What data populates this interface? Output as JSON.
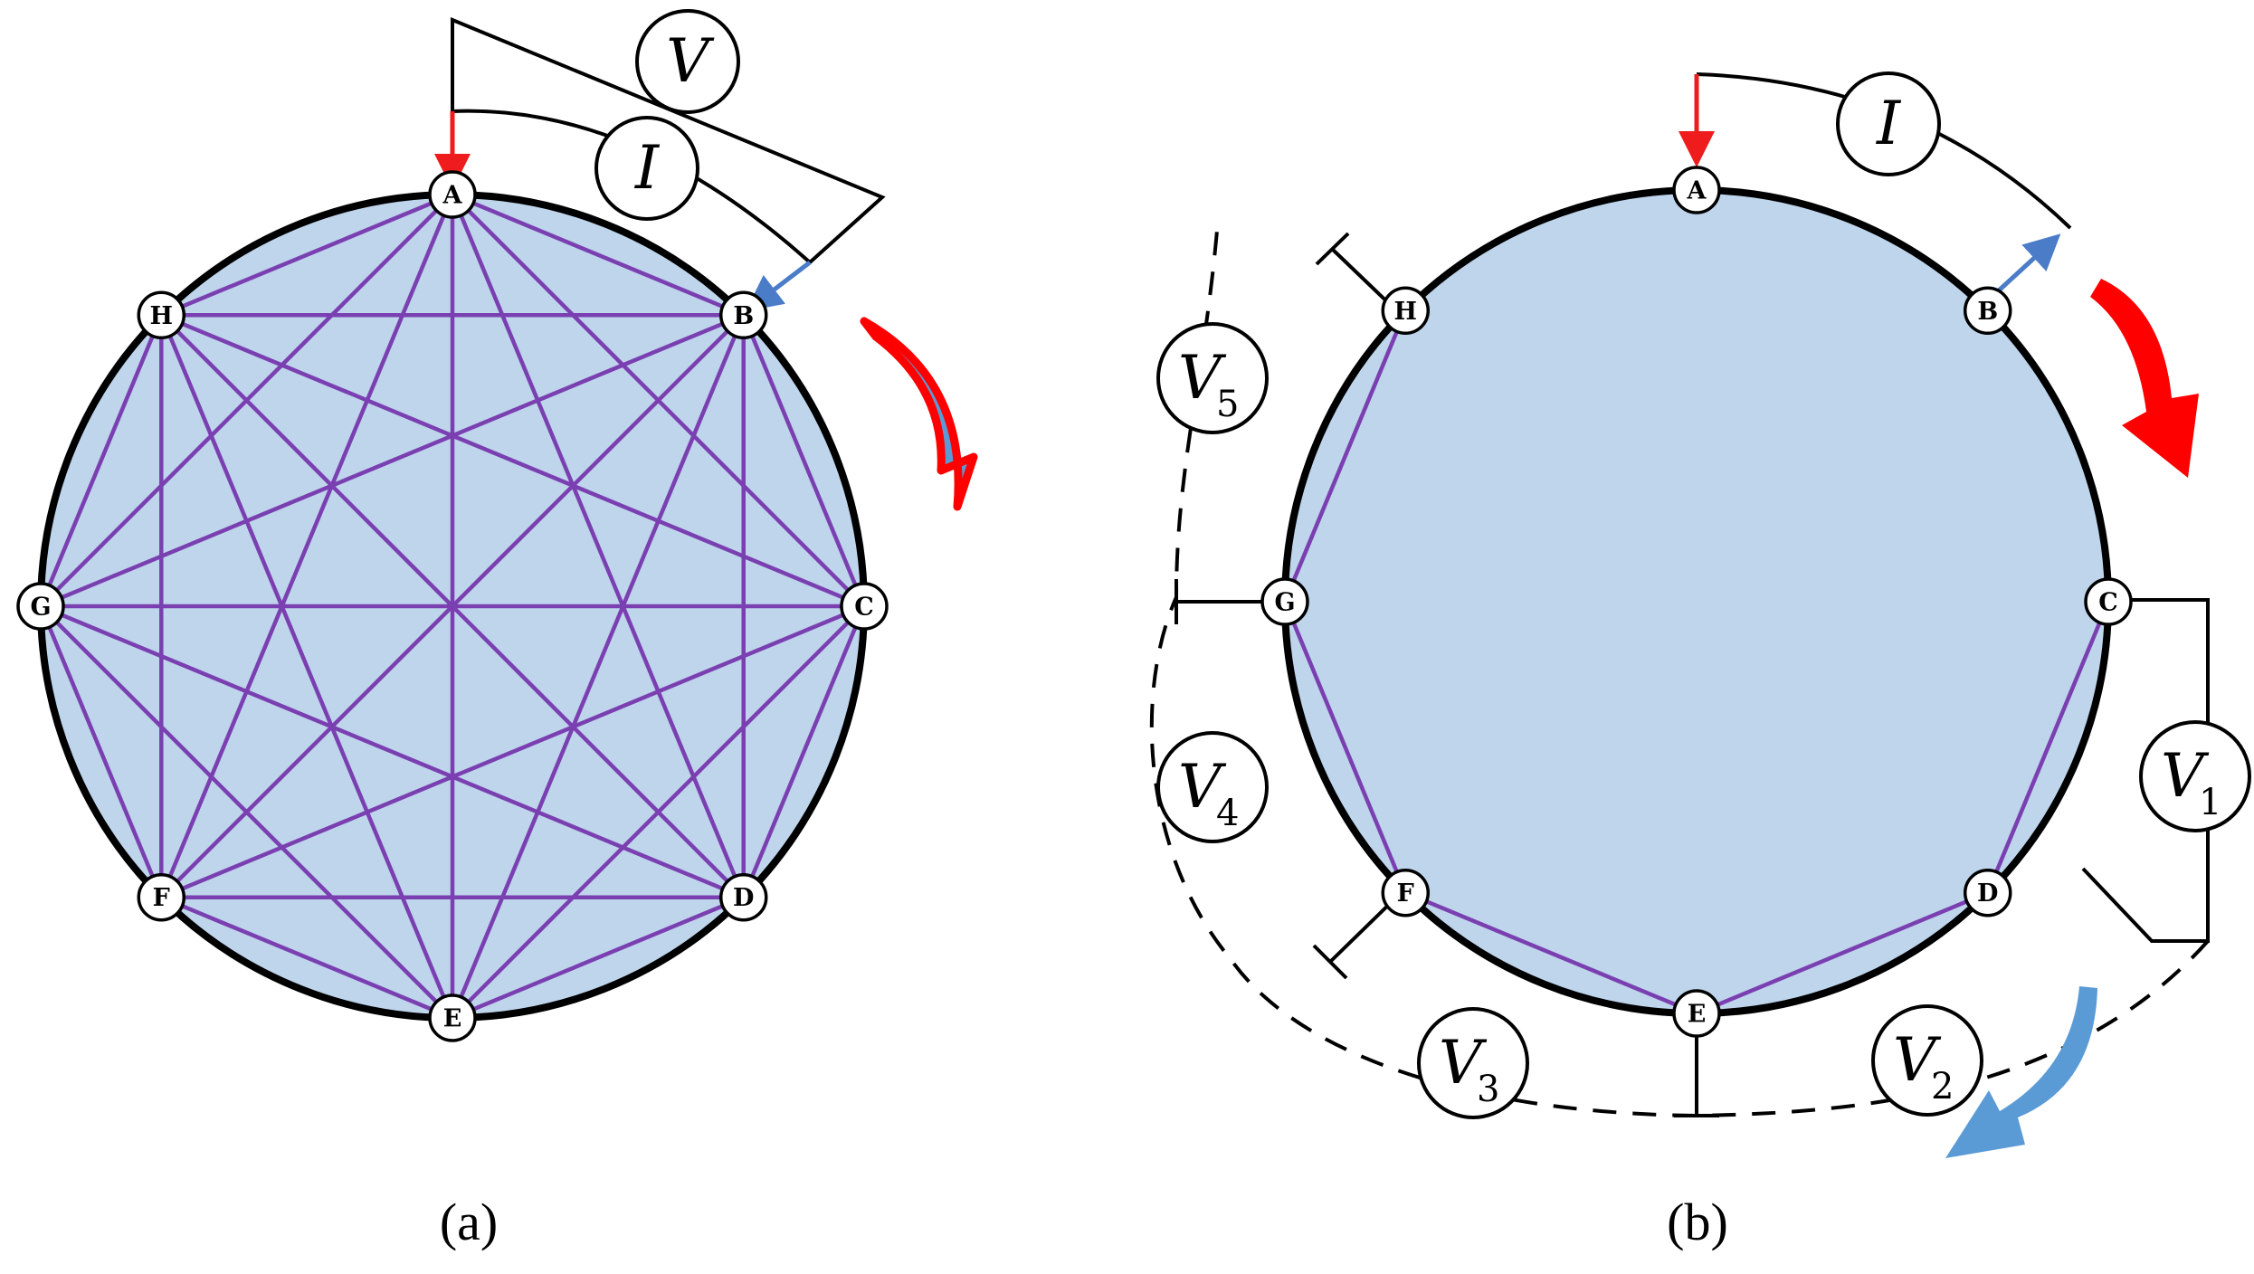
{
  "panels": [
    {
      "caption": "(a)",
      "nodes": [
        "A",
        "B",
        "C",
        "D",
        "E",
        "F",
        "G",
        "H"
      ],
      "meters": [
        {
          "symbol": "V",
          "sub": ""
        },
        {
          "symbol": "I",
          "sub": ""
        }
      ]
    },
    {
      "caption": "(b)",
      "nodes": [
        "A",
        "B",
        "C",
        "D",
        "E",
        "F",
        "G",
        "H"
      ],
      "meters": [
        {
          "symbol": "I",
          "sub": ""
        },
        {
          "symbol": "V",
          "sub": "1"
        },
        {
          "symbol": "V",
          "sub": "2"
        },
        {
          "symbol": "V",
          "sub": "3"
        },
        {
          "symbol": "V",
          "sub": "4"
        },
        {
          "symbol": "V",
          "sub": "5"
        }
      ]
    }
  ],
  "colors": {
    "disk_fill": "#bfd5ec",
    "chord": "#7a3fb0",
    "current_in_arrow": "#ee1c1c",
    "current_out_arrow": "#4a7cc8",
    "rotation_arrow_red": "#ff0000",
    "rotation_arrow_blue": "#5b9bd5"
  }
}
